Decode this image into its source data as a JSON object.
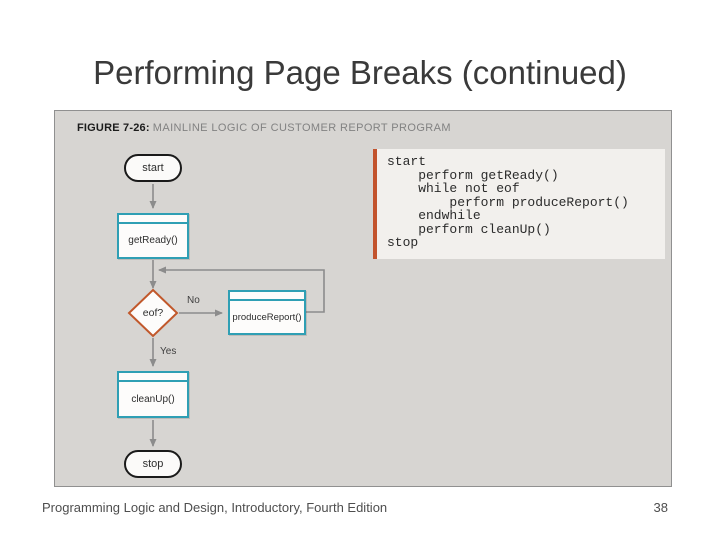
{
  "slide": {
    "title": "Performing Page Breaks (continued)",
    "footer": {
      "left": "Programming Logic and Design, Introductory, Fourth Edition",
      "page_number": "38"
    }
  },
  "figure": {
    "caption_label": "FIGURE 7-26:",
    "caption_text": "MAINLINE LOGIC OF CUSTOMER REPORT PROGRAM",
    "flowchart": {
      "start": "start",
      "get_ready": "getReady()",
      "eof": "eof?",
      "branch_no": "No",
      "branch_yes": "Yes",
      "produce_report": "produceReport()",
      "clean_up": "cleanUp()",
      "stop": "stop"
    },
    "pseudocode": {
      "lines": [
        "start",
        "    perform getReady()",
        "    while not eof",
        "        perform produceReport()",
        "    endwhile",
        "    perform cleanUp()",
        "stop"
      ]
    },
    "colors": {
      "process_border": "#2f9fb4",
      "decision_border": "#c1582b",
      "code_accent_bar": "#c2532d",
      "code_background": "#f2f0ed",
      "connector": "#8c8c8c",
      "panel_background": "#d7d5d2",
      "panel_border": "#909090"
    }
  }
}
